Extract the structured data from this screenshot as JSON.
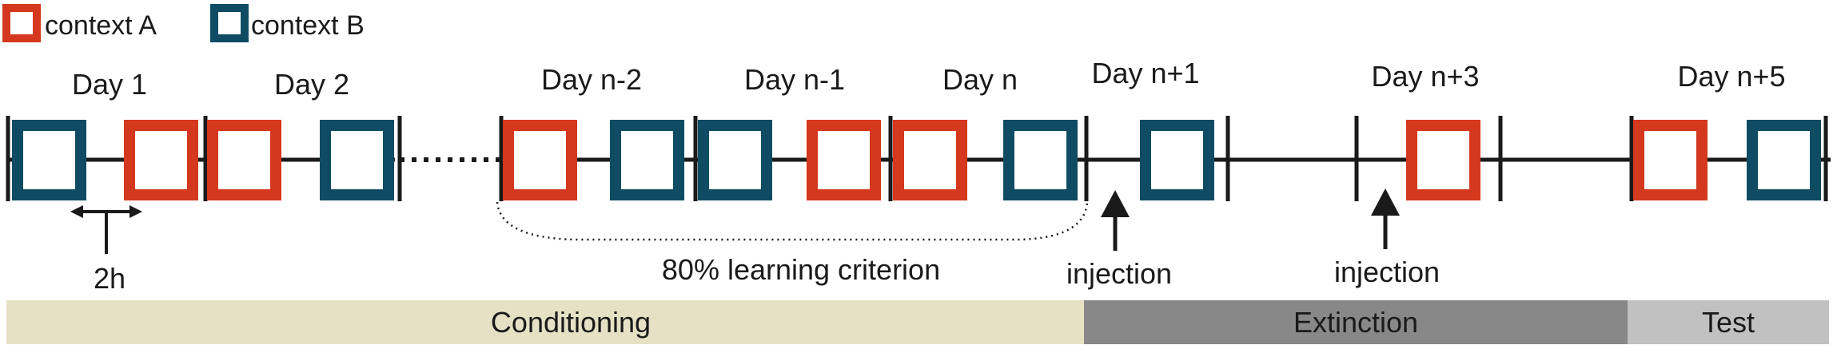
{
  "colors": {
    "context_a": "#d4381e",
    "context_b": "#0f4c64",
    "line": "#1a1a1a",
    "phase_conditioning": "#e6e1c5",
    "phase_extinction": "#888888",
    "phase_test": "#c1c1c1",
    "phase_text_dark": "#2a2a2a",
    "phase_text_light": "#ffffff"
  },
  "legend": [
    {
      "label": "context A",
      "context": "A"
    },
    {
      "label": "context B",
      "context": "B"
    }
  ],
  "days": [
    "Day 1",
    "Day 2",
    "Day n-2",
    "Day n-1",
    "Day n",
    "Day n+1",
    "Day n+3",
    "Day n+5"
  ],
  "sessions": [
    "B",
    "A",
    "A",
    "B",
    "A",
    "B",
    "B",
    "A",
    "A",
    "B",
    "B",
    "A",
    "A",
    "B"
  ],
  "annotations": {
    "interval": "2h",
    "criterion": "80% learning criterion",
    "injection_1": "injection",
    "injection_2": "injection"
  },
  "phases": [
    {
      "label": "Conditioning",
      "tone": "light"
    },
    {
      "label": "Extinction",
      "tone": "dark"
    },
    {
      "label": "Test",
      "tone": "light"
    }
  ]
}
